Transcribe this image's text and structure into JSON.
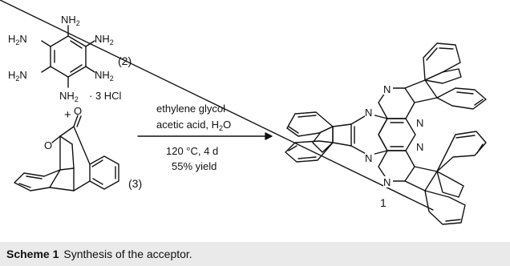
{
  "reagent_2": {
    "nh2_top": "NH",
    "nh2_left_upper": "H",
    "nh2_right_upper": "NH",
    "nh2_left_lower": "H",
    "nh2_right_lower": "NH",
    "nh2_bottom": "NH",
    "salt": "· 3 HCl",
    "n_atom": "N",
    "sub2": "2",
    "label": "(2)"
  },
  "plus": "+",
  "reagent_3": {
    "label": "(3)",
    "oxygen": "O"
  },
  "conditions": {
    "line1": "ethylene glycol",
    "line2_prefix": "acetic acid, H",
    "line2_sub": "2",
    "line2_suffix": "O",
    "line3": "120 °C, 4 d",
    "line4": "55% yield"
  },
  "product": {
    "label": "1",
    "nitrogen": "N"
  },
  "caption": {
    "label": "Scheme 1",
    "text": "Synthesis of the acceptor."
  }
}
